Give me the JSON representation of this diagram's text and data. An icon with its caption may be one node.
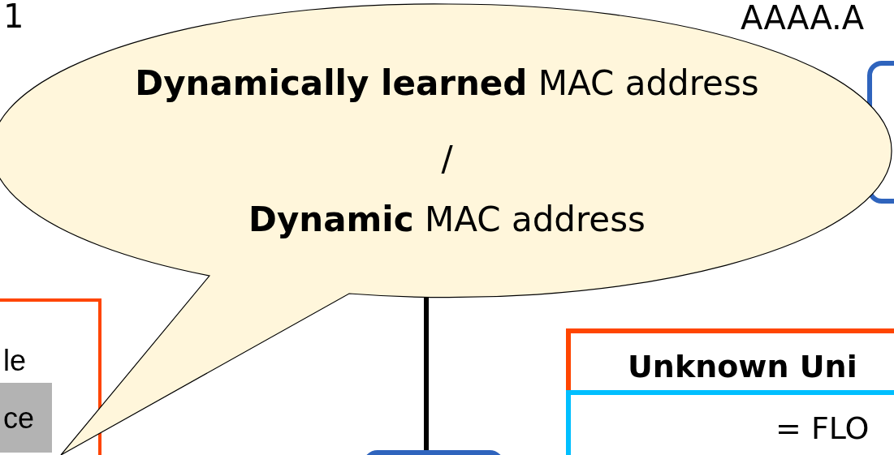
{
  "diagram": {
    "nodes": [
      {
        "text": [
          "**Dynamically learned** MAC address",
          "/",
          "**Dynamic** MAC address"
        ]
      },
      {
        "text": [
          "le",
          "ce"
        ]
      },
      {
        "text": [],
        "shape": "box"
      },
      {
        "text": [],
        "shape": "box"
      },
      {
        "text": [
          "Unknown Uni"
        ]
      },
      {
        "text": [
          "= FLO"
        ]
      }
    ],
    "edges": [
      {
        "from": 0,
        "to": 3,
        "arrow": "none"
      }
    ],
    "labels": [
      "1",
      "AAAA.A"
    ]
  }
}
